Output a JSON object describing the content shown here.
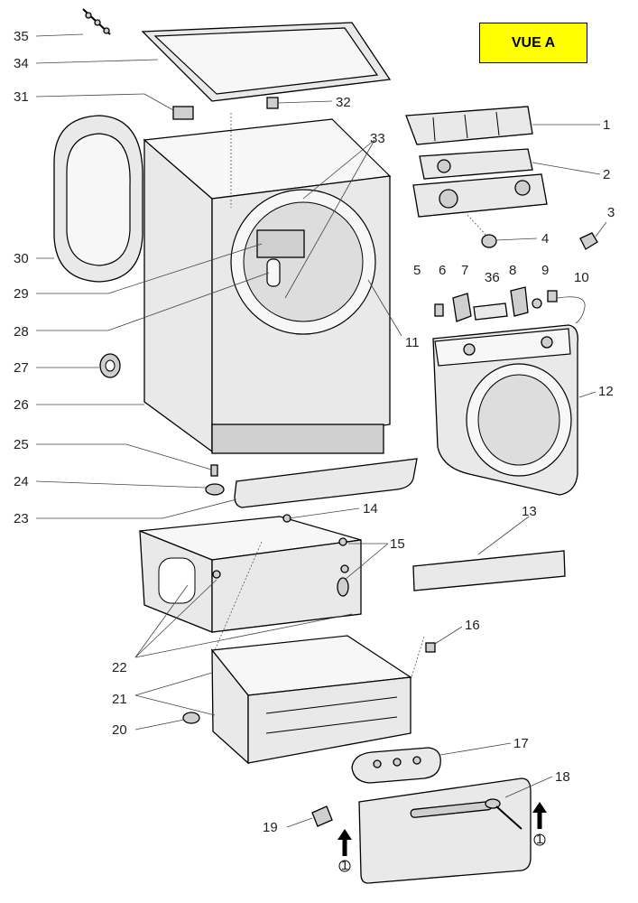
{
  "view_label": "VUE A",
  "colors": {
    "title_bg": "#ffff00",
    "line": "#000000",
    "part_fill": "#e9e9e9"
  },
  "callouts": {
    "c1": "1",
    "c2": "2",
    "c3": "3",
    "c4": "4",
    "c5": "5",
    "c6": "6",
    "c7": "7",
    "c8": "8",
    "c9": "9",
    "c10": "10",
    "c11": "11",
    "c12": "12",
    "c13": "13",
    "c14": "14",
    "c15": "15",
    "c16": "16",
    "c17": "17",
    "c18": "18",
    "c19": "19",
    "c20": "20",
    "c21": "21",
    "c22": "22",
    "c23": "23",
    "c24": "24",
    "c25": "25",
    "c26": "26",
    "c27": "27",
    "c28": "28",
    "c29": "29",
    "c30": "30",
    "c31": "31",
    "c32": "32",
    "c33": "33",
    "c34": "34",
    "c35": "35",
    "c36": "36"
  },
  "markers": {
    "m_a": "1",
    "m_b": "1"
  }
}
